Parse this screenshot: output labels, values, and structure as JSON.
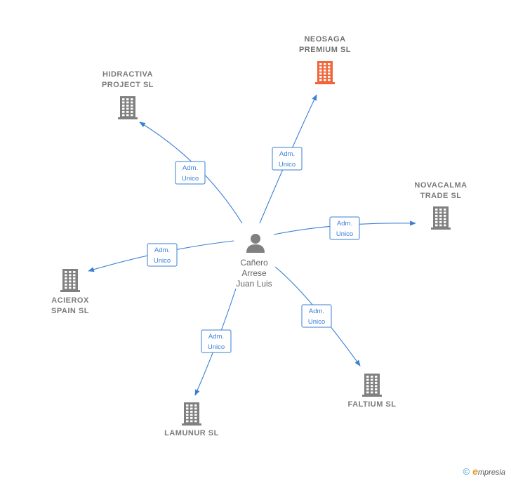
{
  "center": {
    "name_lines": [
      "Cañero",
      "Arrese",
      "Juan Luis"
    ],
    "icon": "person-icon"
  },
  "companies": [
    {
      "id": "neosaga",
      "lines": [
        "NEOSAGA",
        "PREMIUM  SL"
      ],
      "highlight": true,
      "color": "#f0663a",
      "role_lines": [
        "Adm.",
        "Unico"
      ]
    },
    {
      "id": "hidractiva",
      "lines": [
        "HIDRACTIVA",
        "PROJECT  SL"
      ],
      "highlight": false,
      "color": "#808080",
      "role_lines": [
        "Adm.",
        "Unico"
      ]
    },
    {
      "id": "novacalma",
      "lines": [
        "NOVACALMA",
        "TRADE  SL"
      ],
      "highlight": false,
      "color": "#808080",
      "role_lines": [
        "Adm.",
        "Unico"
      ]
    },
    {
      "id": "acierox",
      "lines": [
        "ACIEROX",
        "SPAIN  SL"
      ],
      "highlight": false,
      "color": "#808080",
      "role_lines": [
        "Adm.",
        "Unico"
      ]
    },
    {
      "id": "faltium",
      "lines": [
        "FALTIUM SL"
      ],
      "highlight": false,
      "color": "#808080",
      "role_lines": [
        "Adm.",
        "Unico"
      ]
    },
    {
      "id": "lamunur",
      "lines": [
        "LAMUNUR SL"
      ],
      "highlight": false,
      "color": "#808080",
      "role_lines": [
        "Adm.",
        "Unico"
      ]
    }
  ],
  "footer": {
    "copyright": "©",
    "brand_initial": "e",
    "brand_rest": "mpresia"
  },
  "colors": {
    "edge": "#3a7fd5",
    "highlight": "#f0663a",
    "building": "#808080"
  }
}
